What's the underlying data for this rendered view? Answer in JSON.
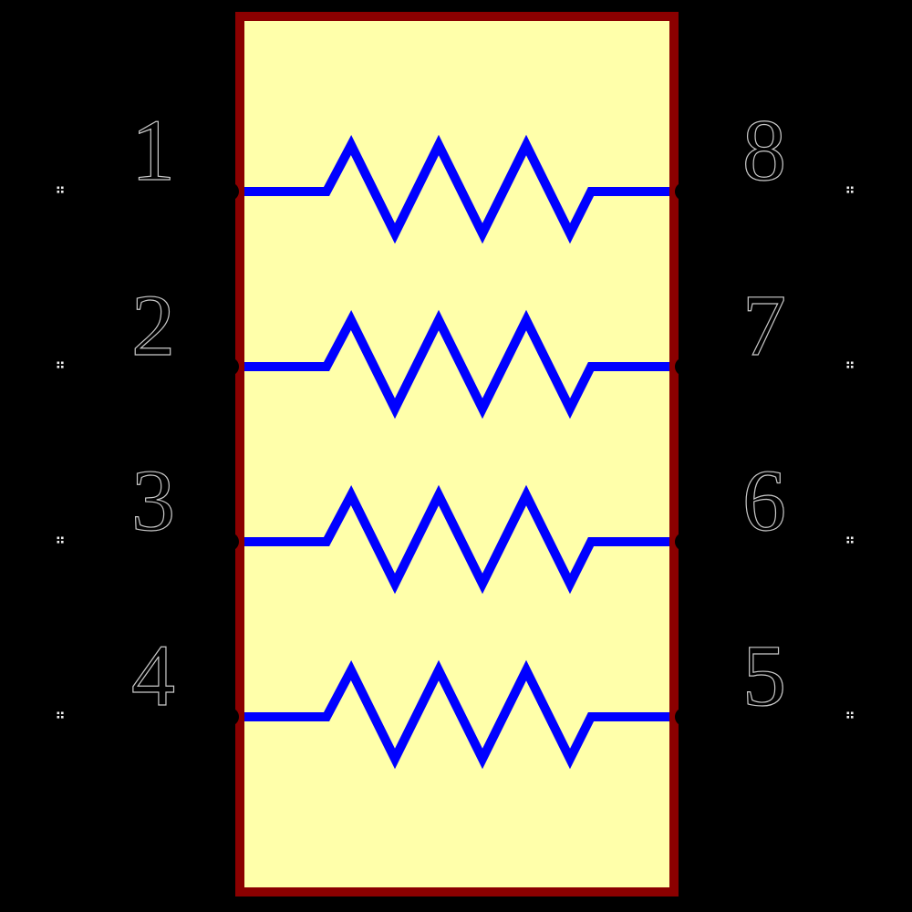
{
  "schematic": {
    "component": "resistor-network-symbol",
    "pins": {
      "left": [
        {
          "number": "1"
        },
        {
          "number": "2"
        },
        {
          "number": "3"
        },
        {
          "number": "4"
        }
      ],
      "right": [
        {
          "number": "8"
        },
        {
          "number": "7"
        },
        {
          "number": "6"
        },
        {
          "number": "5"
        }
      ]
    },
    "colors": {
      "background": "#000000",
      "body_fill": "#FFFFAA",
      "body_border": "#8B0000",
      "resistor_stroke": "#0000FF",
      "pin_label_fill": "#000000",
      "pin_label_outline": "#C8C8C8",
      "endpoint_marker": "#F0F0F0",
      "junction_dot": "#000000"
    }
  }
}
